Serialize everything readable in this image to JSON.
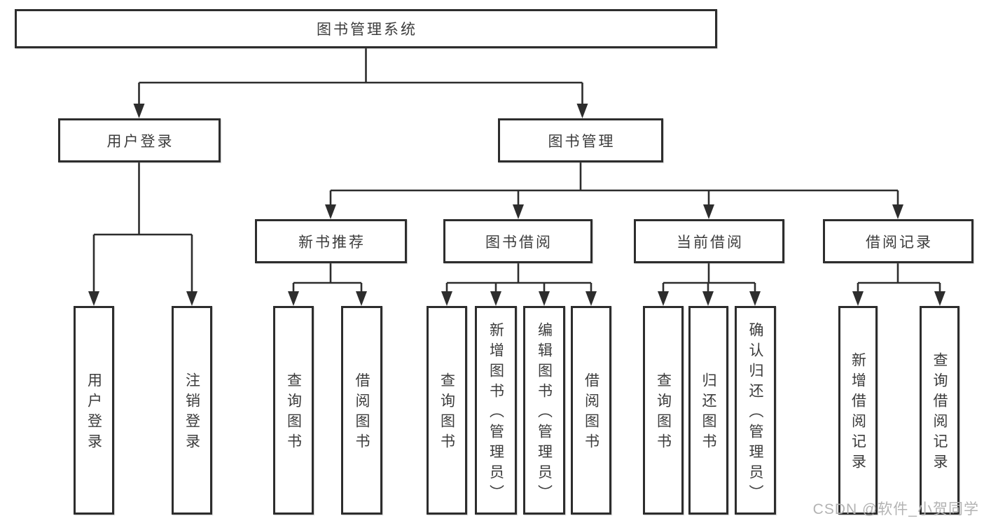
{
  "colors": {
    "background": "#ffffff",
    "line": "#2d2d2d",
    "box_border": "#2d2d2d",
    "text": "#3c3c3c",
    "watermark": "#b3b3b3"
  },
  "root": {
    "label": "图书管理系统"
  },
  "login": {
    "label": "用户登录",
    "leaves": [
      {
        "label": "用户登录"
      },
      {
        "label": "注销登录"
      }
    ]
  },
  "management": {
    "label": "图书管理",
    "groups": [
      {
        "label": "新书推荐",
        "leaves": [
          {
            "label": "查询图书"
          },
          {
            "label": "借阅图书"
          }
        ]
      },
      {
        "label": "图书借阅",
        "leaves": [
          {
            "label": "查询图书"
          },
          {
            "label": "新增图书（管理员）"
          },
          {
            "label": "编辑图书（管理员）"
          },
          {
            "label": "借阅图书"
          }
        ]
      },
      {
        "label": "当前借阅",
        "leaves": [
          {
            "label": "查询图书"
          },
          {
            "label": "归还图书"
          },
          {
            "label": "确认归还（管理员）"
          }
        ]
      },
      {
        "label": "借阅记录",
        "leaves": [
          {
            "label": "新增借阅记录"
          },
          {
            "label": "查询借阅记录"
          }
        ]
      }
    ]
  },
  "watermark": {
    "text": "CSDN @软件_小贺同学"
  }
}
